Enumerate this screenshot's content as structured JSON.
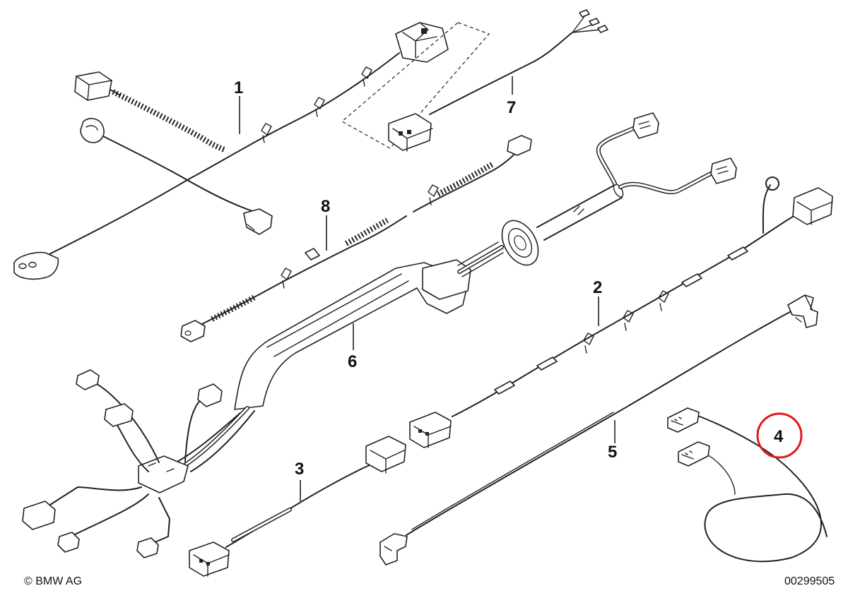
{
  "callouts": {
    "p1": "1",
    "p2": "2",
    "p3": "3",
    "p4": "4",
    "p5": "5",
    "p6": "6",
    "p7": "7",
    "p8": "8"
  },
  "highlighted_part": "4",
  "highlight_color": "#e0181b",
  "footer": {
    "copyright": "© BMW AG",
    "diagram_number": "00299505"
  }
}
